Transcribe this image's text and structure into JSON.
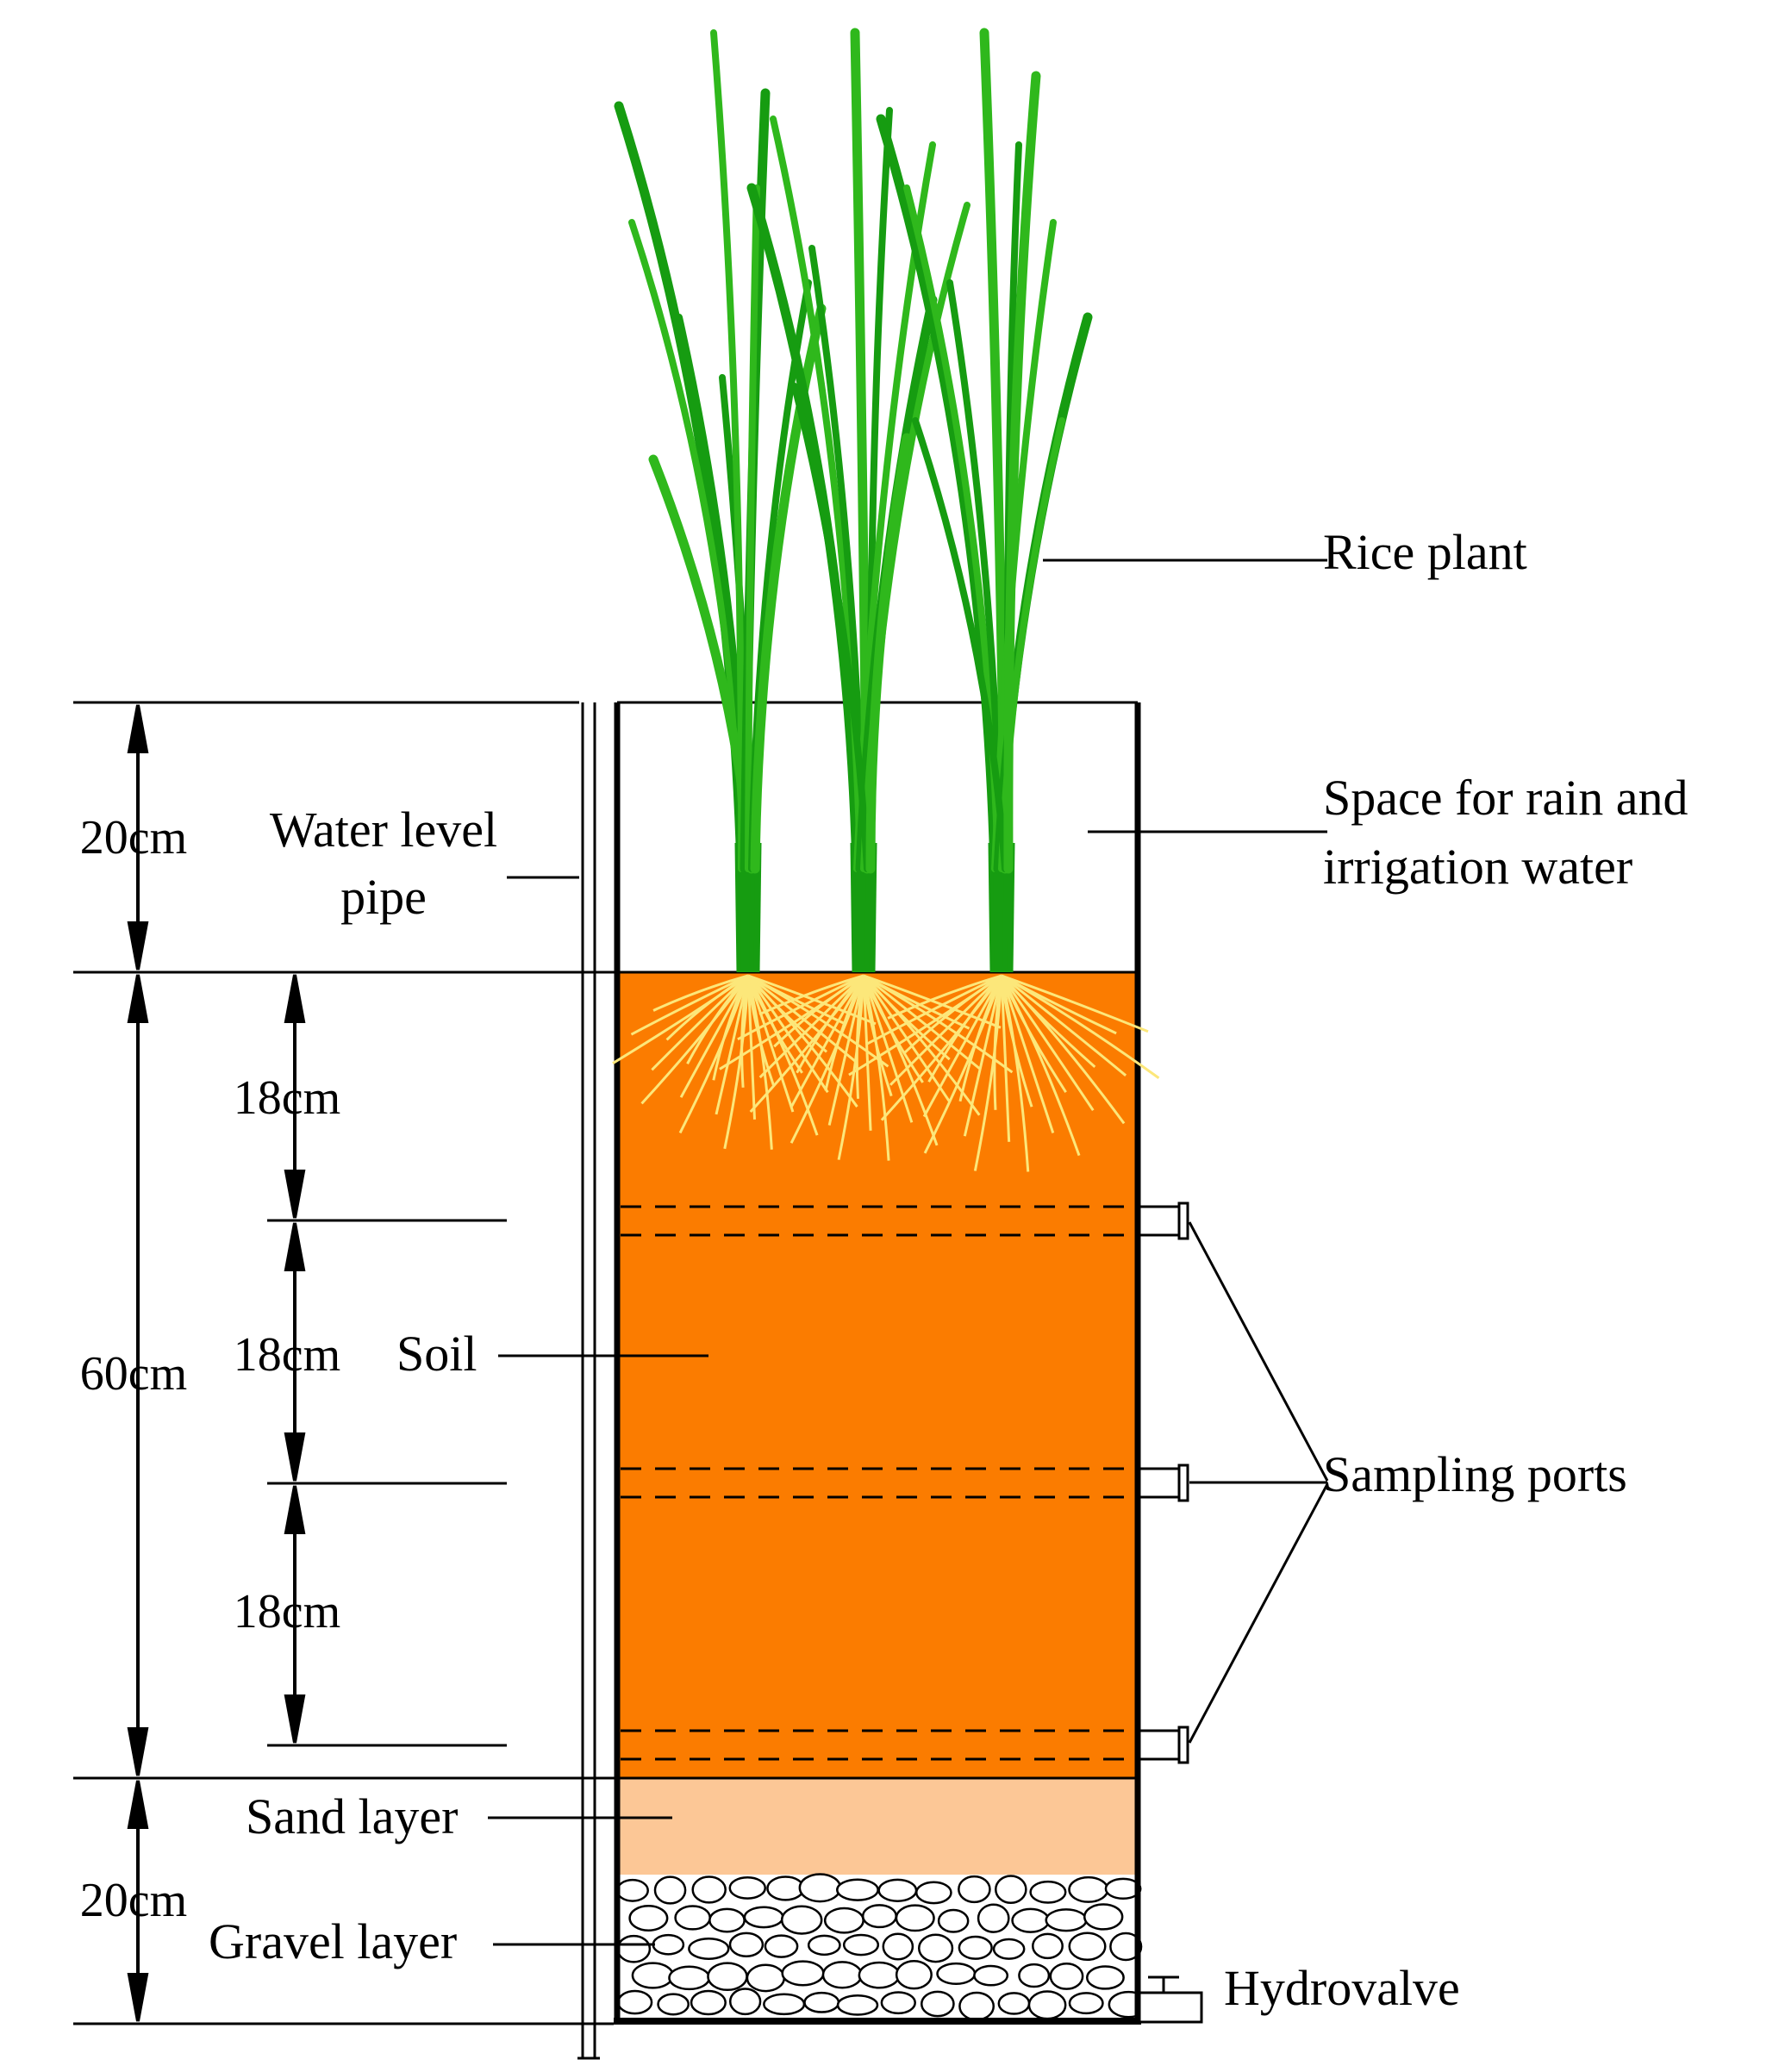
{
  "labels": {
    "rice_plant": "Rice plant",
    "space_line1": "Space for rain and",
    "space_line2": "irrigation water",
    "water_level_line1": "Water level",
    "water_level_line2": "pipe",
    "soil": "Soil",
    "sampling_ports": "Sampling ports",
    "sand_layer": "Sand layer",
    "gravel_layer": "Gravel layer",
    "hydrovalve": "Hydrovalve"
  },
  "dimensions": {
    "top_space": "20cm",
    "soil_total": "60cm",
    "soil_segment_1": "18cm",
    "soil_segment_2": "18cm",
    "soil_segment_3": "18cm",
    "bottom_layers": "20cm"
  },
  "colors": {
    "soil": "#fb7c00",
    "sand": "#fcc796",
    "leaf": "#169c11",
    "leaf_light": "#2fb81c",
    "root": "#fce77a",
    "line": "#000000"
  }
}
